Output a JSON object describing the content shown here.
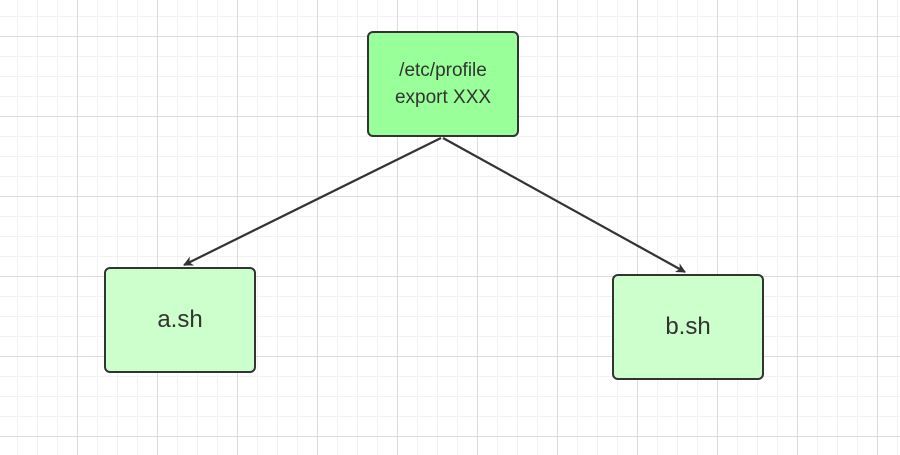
{
  "colors": {
    "root_fill": "#99ff99",
    "child_fill": "#ccffcc",
    "stroke": "#333333",
    "text": "#333333",
    "grid": "#dcdcdc"
  },
  "nodes": {
    "root": {
      "line1": "/etc/profile",
      "line2": "export XXX"
    },
    "a": {
      "label": "a.sh"
    },
    "b": {
      "label": "b.sh"
    }
  },
  "edges": [
    {
      "from": "/etc/profile",
      "to": "a.sh"
    },
    {
      "from": "/etc/profile",
      "to": "b.sh"
    }
  ]
}
